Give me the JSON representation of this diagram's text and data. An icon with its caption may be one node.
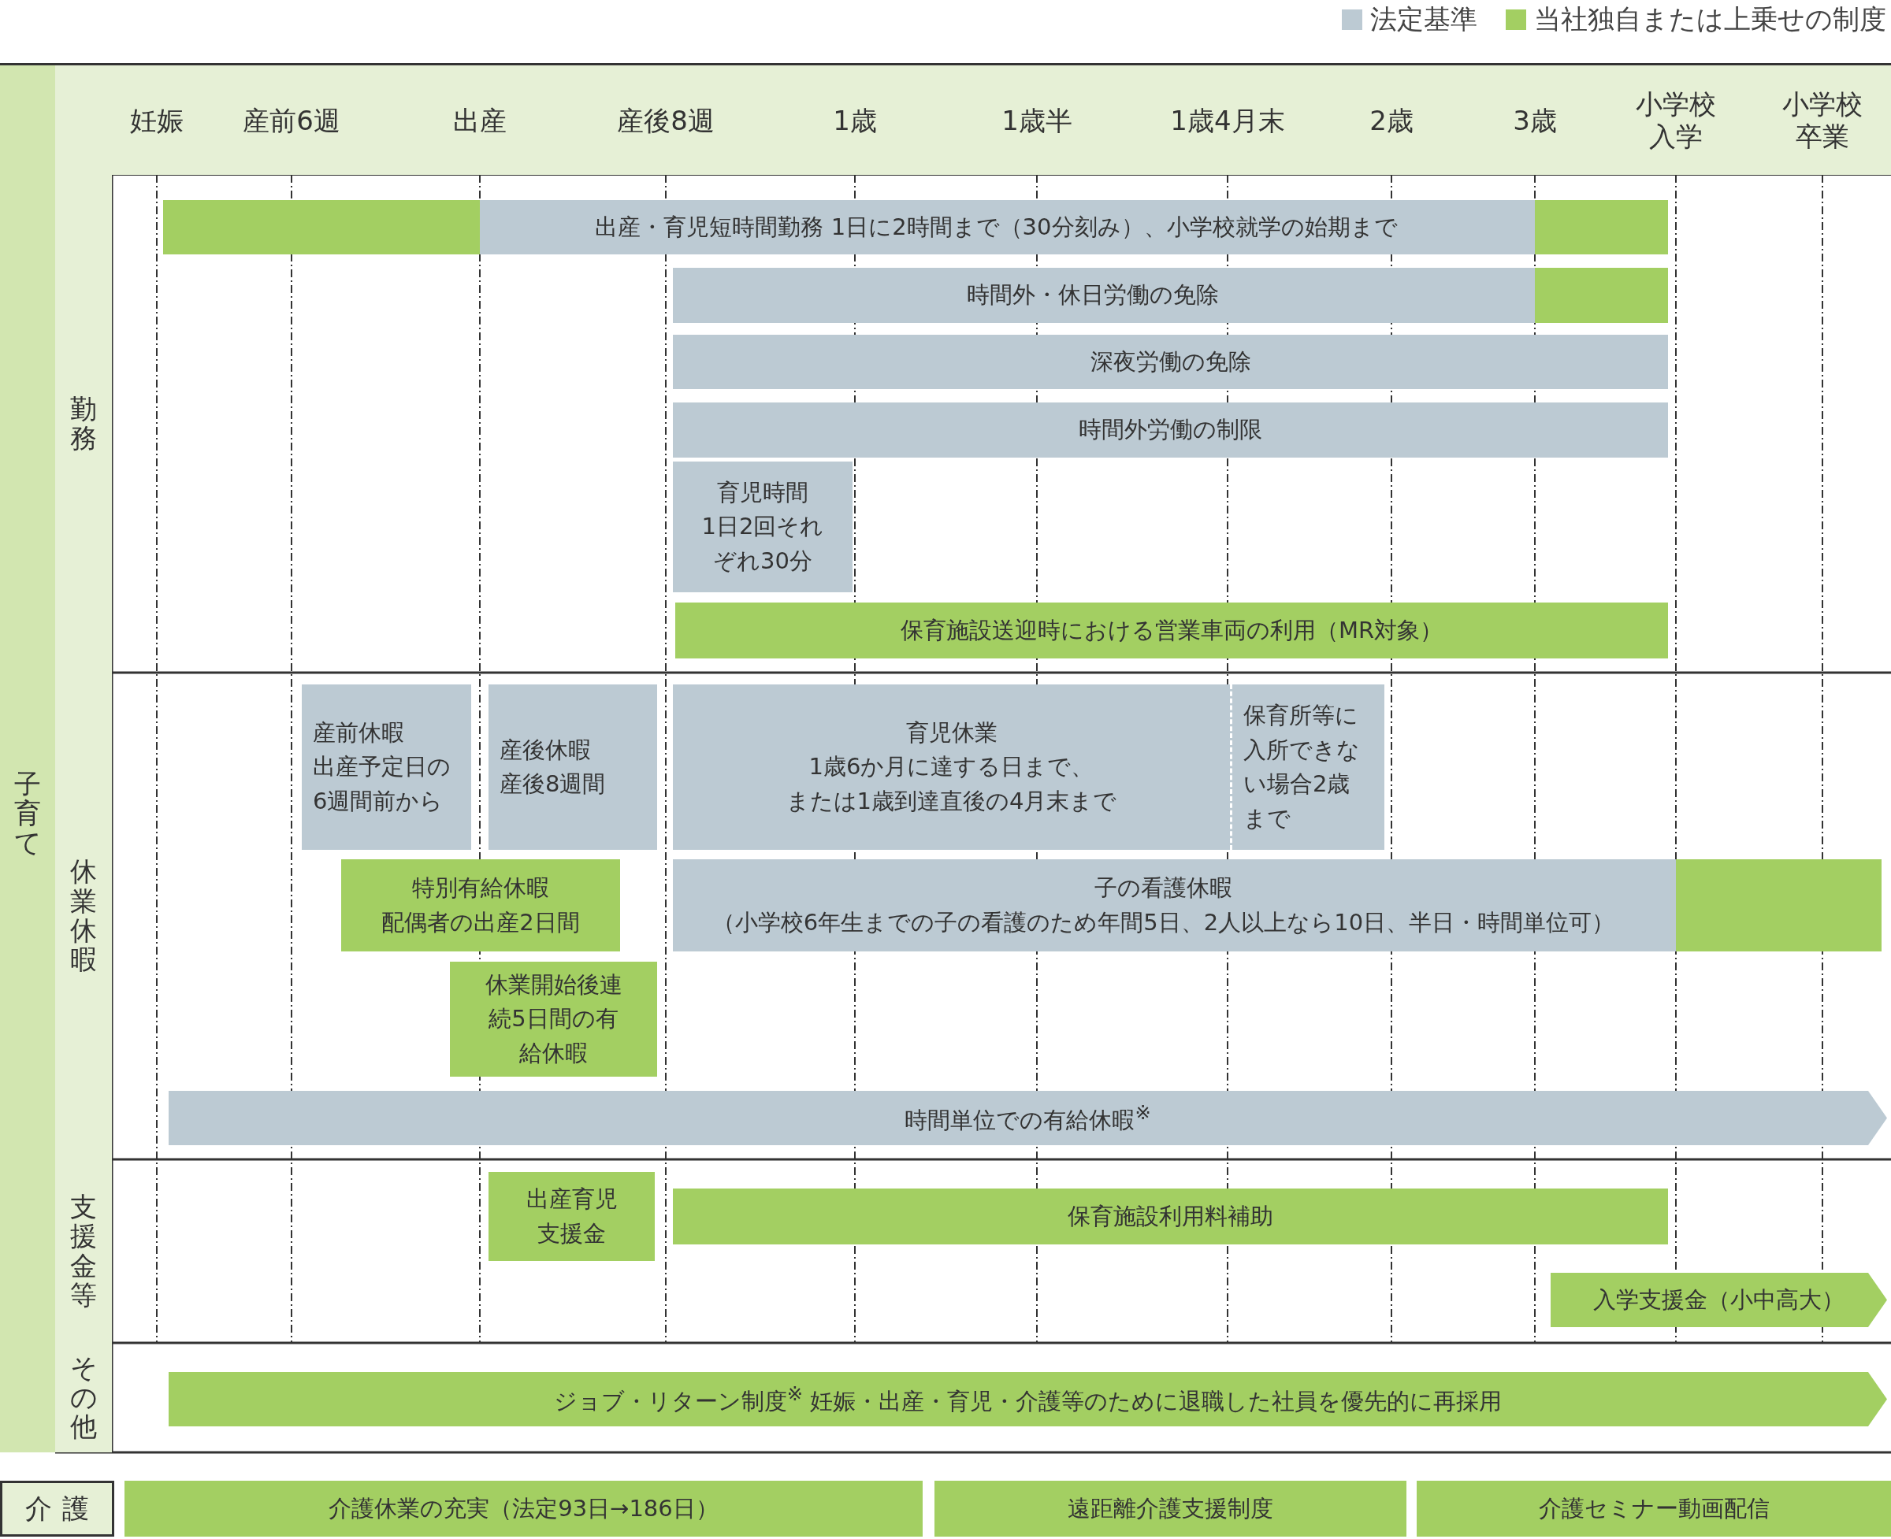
{
  "diagram": {
    "nodes": [
      {
        "text": [
          "子育て"
        ]
      },
      {
        "text": [
          "勤務"
        ]
      },
      {
        "text": [
          "出産・育児短時間勤務 1日に2時間まで（30分刻み）、小学校就学の始期まで"
        ]
      },
      {
        "text": [
          "時間外・休日労働の免除"
        ]
      },
      {
        "text": [
          "深夜労働の免除"
        ]
      },
      {
        "text": [
          "時間外労働の制限"
        ]
      },
      {
        "text": [
          "育児時間",
          "1日2回それぞれ30分"
        ]
      },
      {
        "text": [
          "保育施設送迎時における営業車両の利用（MR対象）"
        ]
      },
      {
        "text": [
          "休業休暇"
        ]
      },
      {
        "text": [
          "産前休暇",
          "出産予定日の6週間前から"
        ]
      },
      {
        "text": [
          "産後休暇",
          "産後8週間"
        ]
      },
      {
        "text": [
          "育児休業",
          "1歳6か月に達する日まで、",
          "または1歳到達直後の4月末まで"
        ]
      },
      {
        "text": [
          "保育所等に入所できない場合2歳まで"
        ]
      },
      {
        "text": [
          "特別有給休暇",
          "配偶者の出産2日間"
        ]
      },
      {
        "text": [
          "子の看護休暇",
          "（小学校6年生までの子の看護のため年間5日、2人以上なら10日、半日・時間単位可）"
        ]
      },
      {
        "text": [
          "休業開始後連続5日間の有給休暇"
        ]
      },
      {
        "text": [
          "時間単位での有給休暇$^{※}$"
        ]
      },
      {
        "text": [
          "支援金等"
        ]
      },
      {
        "text": [
          "出産育児支援金"
        ]
      },
      {
        "text": [
          "保育施設利用料補助"
        ]
      },
      {
        "text": [
          "入学支援金（小中高大）"
        ]
      },
      {
        "text": [
          "その他"
        ]
      },
      {
        "text": [
          "ジョブ・リターン制度$^{※}$ 妊娠・出産・育児・介護等のために退職した社員を優先的に再採用"
        ]
      },
      {
        "text": [
          "介護"
        ]
      },
      {
        "text": [
          "介護休業の充実（法定93日→186日）"
        ]
      },
      {
        "text": [
          "遠距離介護支援制度"
        ]
      },
      {
        "text": [
          "介護セミナー動画配信"
        ]
      }
    ],
    "edges": [],
    "labels": [
      "妊娠",
      "産前6週",
      "出産",
      "産後8週",
      "1歳",
      "1歳半",
      "1歳4月末",
      "2歳",
      "3歳",
      "小学校入学",
      "小学校卒業"
    ],
    "legend": [
      {
        "text": "法定基準",
        "color": "#bccad3"
      },
      {
        "text": "当社独自または上乗せの制度",
        "color": "#a3cf62"
      }
    ]
  }
}
